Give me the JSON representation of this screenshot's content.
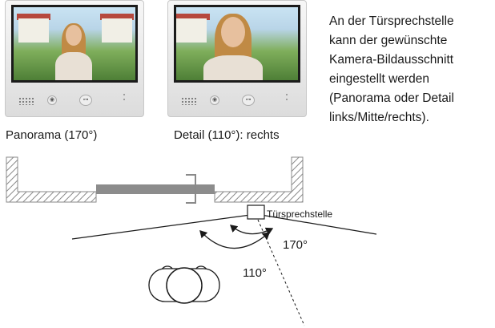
{
  "monitors": [
    {
      "caption": "Panorama (170°)"
    },
    {
      "caption": "Detail (110°): rechts"
    }
  ],
  "description": {
    "lines": [
      "An der Türsprechstelle",
      "kann der gewünschte",
      "Kamera-Bildausschnitt",
      "eingestellt werden",
      "(Panorama oder Detail",
      "links/Mitte/rechts)."
    ]
  },
  "diagram": {
    "station_label": "Türsprechstelle",
    "angle_wide": "170°",
    "angle_narrow": "110°"
  },
  "colors": {
    "wall_hatch": "#8a8a8a",
    "door_bar": "#8c8c8c",
    "line": "#1a1a1a"
  },
  "icons": {
    "monitor_button_left": "intercom-icon",
    "monitor_button_right": "key-icon",
    "visitor": "person-topview-icon"
  }
}
